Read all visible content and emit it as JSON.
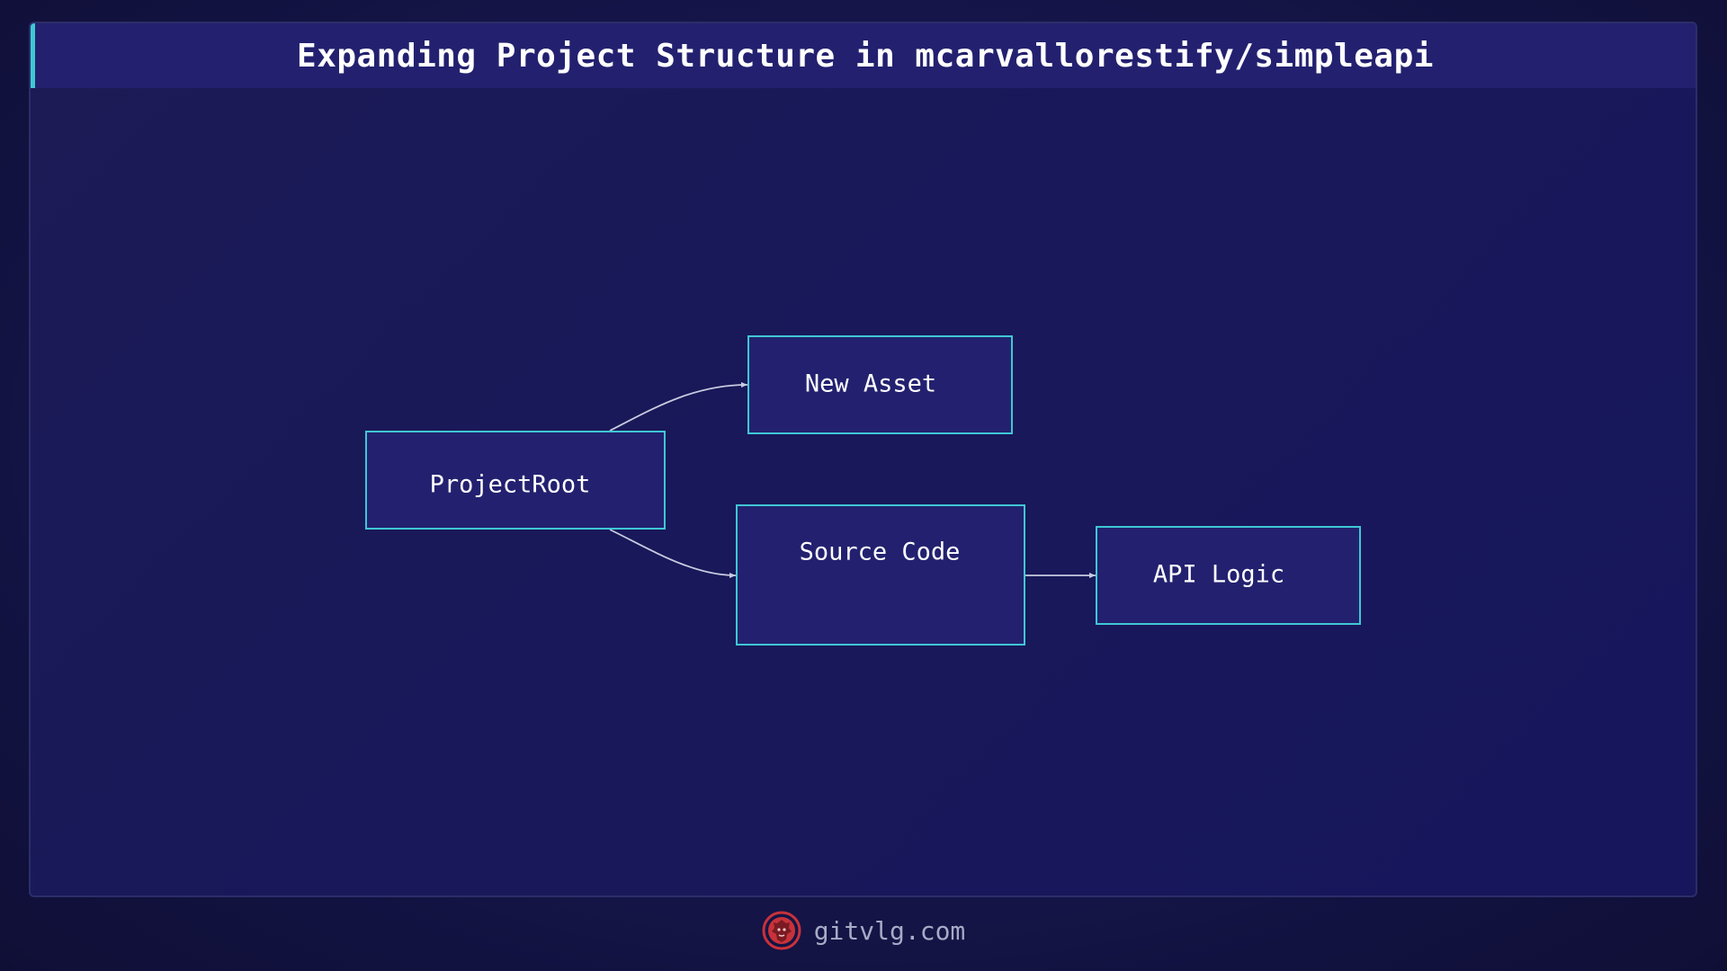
{
  "title": "Expanding Project Structure in mcarvallorestify/simpleapi",
  "nodes": {
    "project_root": "ProjectRoot",
    "new_asset": "New Asset",
    "source_code": "Source Code",
    "api_logic": "API Logic"
  },
  "footer": {
    "site": "gitvlg.com",
    "logo_icon": "lion-logo-icon"
  },
  "colors": {
    "background": "#15154a",
    "title_bar": "#23216f",
    "accent": "#3fc7d4",
    "node_fill": "#23216f",
    "edge": "#c9cbe0",
    "logo": "#c8323a"
  }
}
